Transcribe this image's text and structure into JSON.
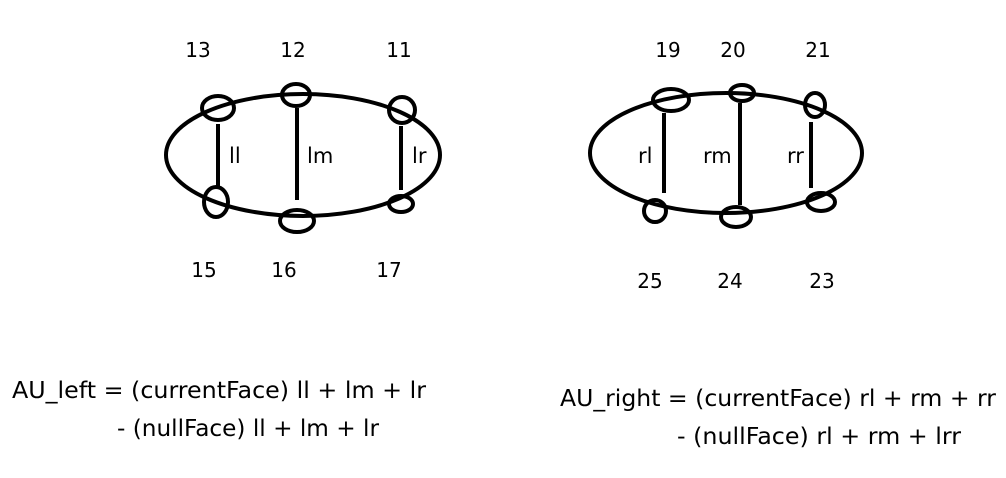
{
  "left_face": {
    "top_points": [
      "13",
      "12",
      "11"
    ],
    "bottom_points": [
      "15",
      "16",
      "17"
    ],
    "segments": [
      "ll",
      "lm",
      "lr"
    ],
    "formula_line1": "AU_left = (currentFace) ll + lm + lr",
    "formula_line2": "- (nullFace) ll + lm + lr"
  },
  "right_face": {
    "top_points": [
      "19",
      "20",
      "21"
    ],
    "bottom_points": [
      "25",
      "24",
      "23"
    ],
    "segments": [
      "rl",
      "rm",
      "rr"
    ],
    "formula_line1": "AU_right = (currentFace) rl + rm + rr",
    "formula_line2": "- (nullFace) rl + rm + lrr"
  }
}
